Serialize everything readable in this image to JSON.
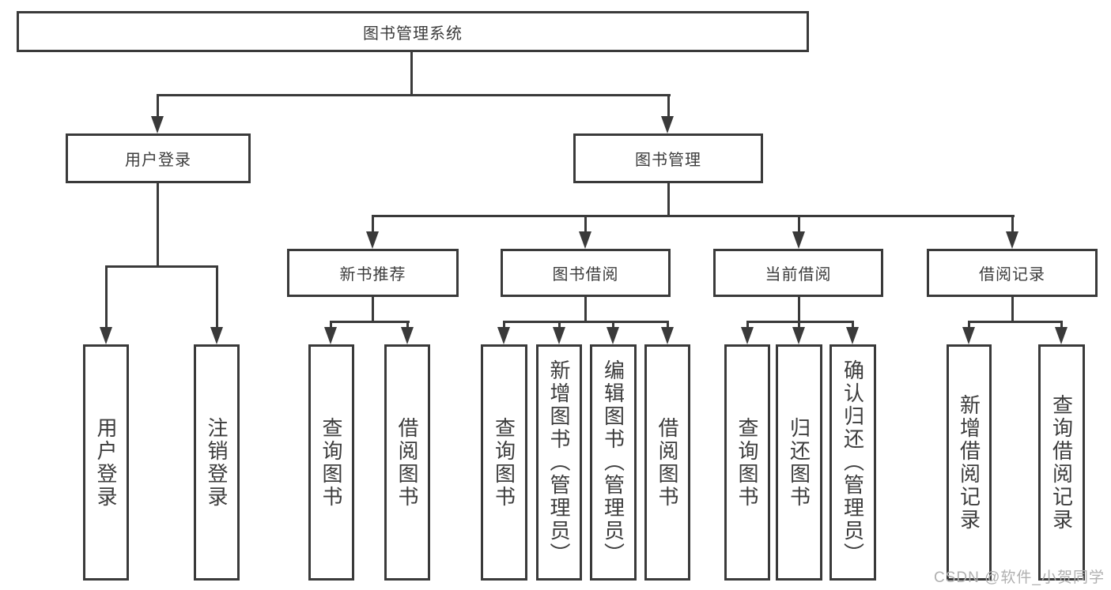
{
  "diagram": {
    "root": {
      "label": "图书管理系统"
    },
    "level2": [
      {
        "label": "用户登录"
      },
      {
        "label": "图书管理"
      }
    ],
    "level3": [
      {
        "label": "新书推荐"
      },
      {
        "label": "图书借阅"
      },
      {
        "label": "当前借阅"
      },
      {
        "label": "借阅记录"
      }
    ],
    "leaves": {
      "user_login": [
        {
          "label": "用户登录"
        },
        {
          "label": "注销登录"
        }
      ],
      "new_book": [
        {
          "label": "查询图书"
        },
        {
          "label": "借阅图书"
        }
      ],
      "book_borrow": [
        {
          "label": "查询图书"
        },
        {
          "label": "新增图书（管理员）"
        },
        {
          "label": "编辑图书（管理员）"
        },
        {
          "label": "借阅图书"
        }
      ],
      "current_borrow": [
        {
          "label": "查询图书"
        },
        {
          "label": "归还图书"
        },
        {
          "label": "确认归还（管理员）"
        }
      ],
      "borrow_record": [
        {
          "label": "新增借阅记录"
        },
        {
          "label": "查询借阅记录"
        }
      ]
    }
  },
  "watermark": {
    "text": "CSDN @软件_小贺同学"
  },
  "colors": {
    "line": "#3a3a3a",
    "text": "#3c3c3c",
    "watermark": "#b0b0b0",
    "background": "#ffffff"
  }
}
